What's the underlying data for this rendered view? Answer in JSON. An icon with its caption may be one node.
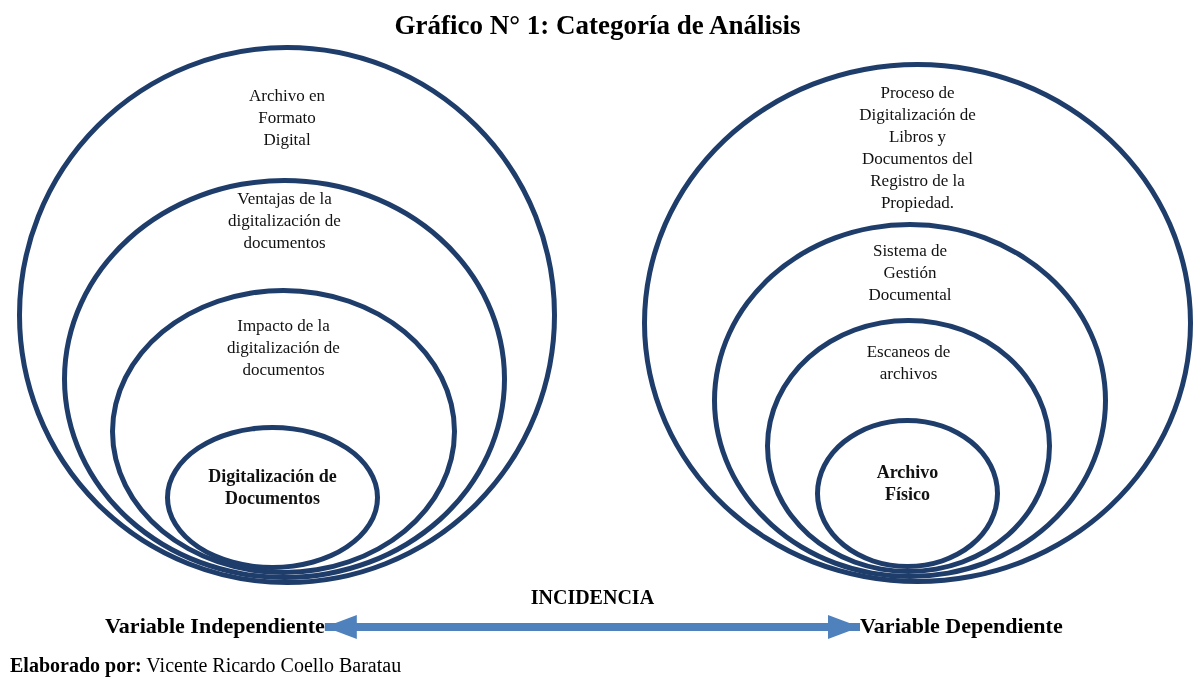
{
  "diagram": {
    "title": "Gráfico N° 1: Categoría de Análisis",
    "caption": "**Elaborado por:** Vicente Ricardo Coello Baratau",
    "nodes": [
      {
        "text": [
          "Archivo en Formato Digital"
        ]
      },
      {
        "text": [
          "Ventajas de la digitalización de documentos"
        ],
        "in": 0
      },
      {
        "text": [
          "Impacto de la digitalización de documentos"
        ],
        "in": 1
      },
      {
        "text": [
          "Digitalización de Documentos"
        ],
        "in": 2
      },
      {
        "text": [
          "Proceso de Digitalización de Libros y Documentos del Registro de la Propiedad."
        ]
      },
      {
        "text": [
          "Sistema de Gestión Documental"
        ],
        "in": 4
      },
      {
        "text": [
          "Escaneos de archivos"
        ],
        "in": 5
      },
      {
        "text": [
          "Archivo Físico"
        ],
        "in": 6
      },
      {
        "text": [
          "Variable Independiente"
        ]
      },
      {
        "text": [
          "Variable Dependiente"
        ]
      }
    ],
    "edges": [
      {
        "from": 8,
        "to": 9,
        "arrow": "both",
        "label": "INCIDENCIA"
      }
    ]
  }
}
